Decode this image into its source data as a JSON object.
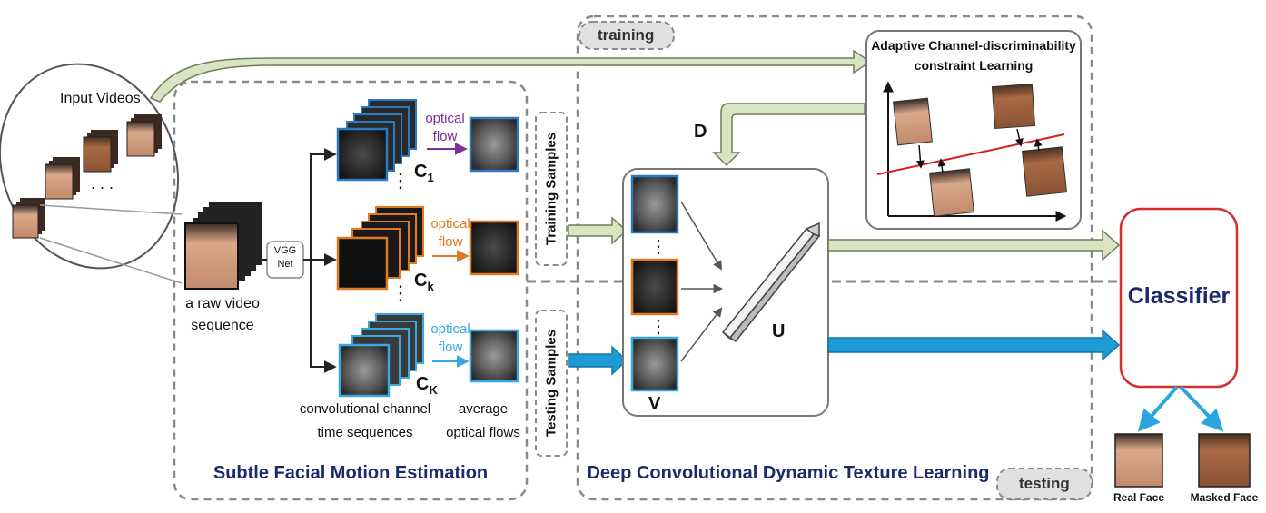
{
  "labels": {
    "training_tag": "training",
    "testing_tag": "testing",
    "input_videos": "Input Videos",
    "vgg_net_line1": "VGG",
    "vgg_net_line2": "Net",
    "raw_video_line1": "a raw video",
    "raw_video_line2": "sequence",
    "optical_flow_line1": "optical",
    "optical_flow_line2": "flow",
    "c1_main": "C",
    "c1_sub": "1",
    "ck_main": "C",
    "ck_sub": "k",
    "cK_main": "C",
    "cK_sub": "K",
    "conv_seq_line1": "convolutional channel",
    "conv_seq_line2": "time sequences",
    "avg_flow_line1": "average",
    "avg_flow_line2": "optical flows",
    "training_samples": "Training Samples",
    "testing_samples": "Testing Samples",
    "d_label": "D",
    "v_label": "V",
    "u_label": "U",
    "acdl_line1": "Adaptive Channel-discriminability",
    "acdl_line2": "constraint  Learning",
    "classifier": "Classifier",
    "real_face": "Real Face",
    "masked_face": "Masked Face",
    "sfme_title": "Subtle Facial Motion Estimation",
    "dcdtl_title": "Deep Convolutional Dynamic Texture Learning"
  },
  "colors": {
    "purple_flow": "#7a2f9a",
    "orange_flow": "#e07a20",
    "blue_flow": "#38a8e0",
    "navy_title": "#1a2a6a",
    "classifier_border": "#d32f2f",
    "green_arrow": "#d8e4c2",
    "blue_arrow": "#1e9ad6"
  }
}
